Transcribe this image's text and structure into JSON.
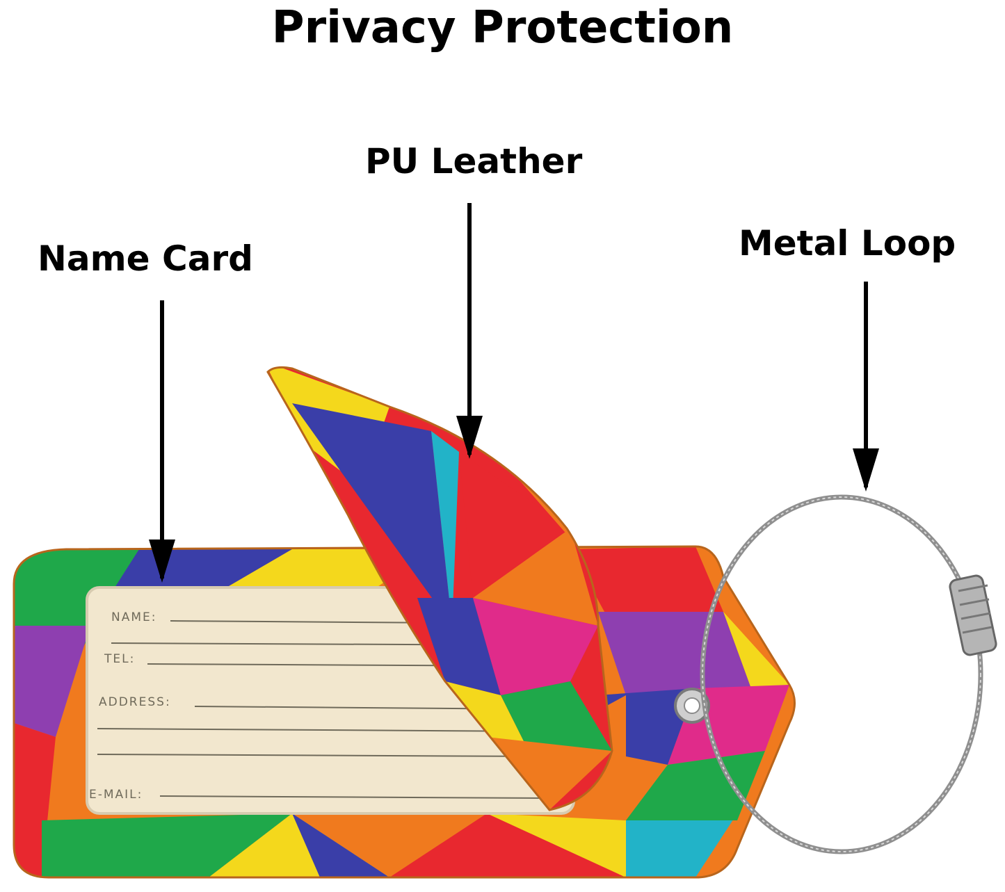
{
  "heading": "Privacy Protection",
  "labels": {
    "name_card": "Name Card",
    "pu_leather": "PU Leather",
    "metal_loop": "Metal Loop"
  },
  "card_fields": {
    "name": "NAME:",
    "tel": "TEL:",
    "address": "ADDRESS:",
    "email": "E-MAIL:"
  },
  "colors": {
    "text": "#000000",
    "card": "#f2e7ce",
    "red": "#e8282f",
    "orange": "#f07a1e",
    "yellow": "#f4d81c",
    "green": "#1fa84a",
    "blue": "#3a3ea8",
    "purple": "#8e3fb0",
    "cyan": "#22b3c8",
    "magenta": "#e02b8a"
  }
}
